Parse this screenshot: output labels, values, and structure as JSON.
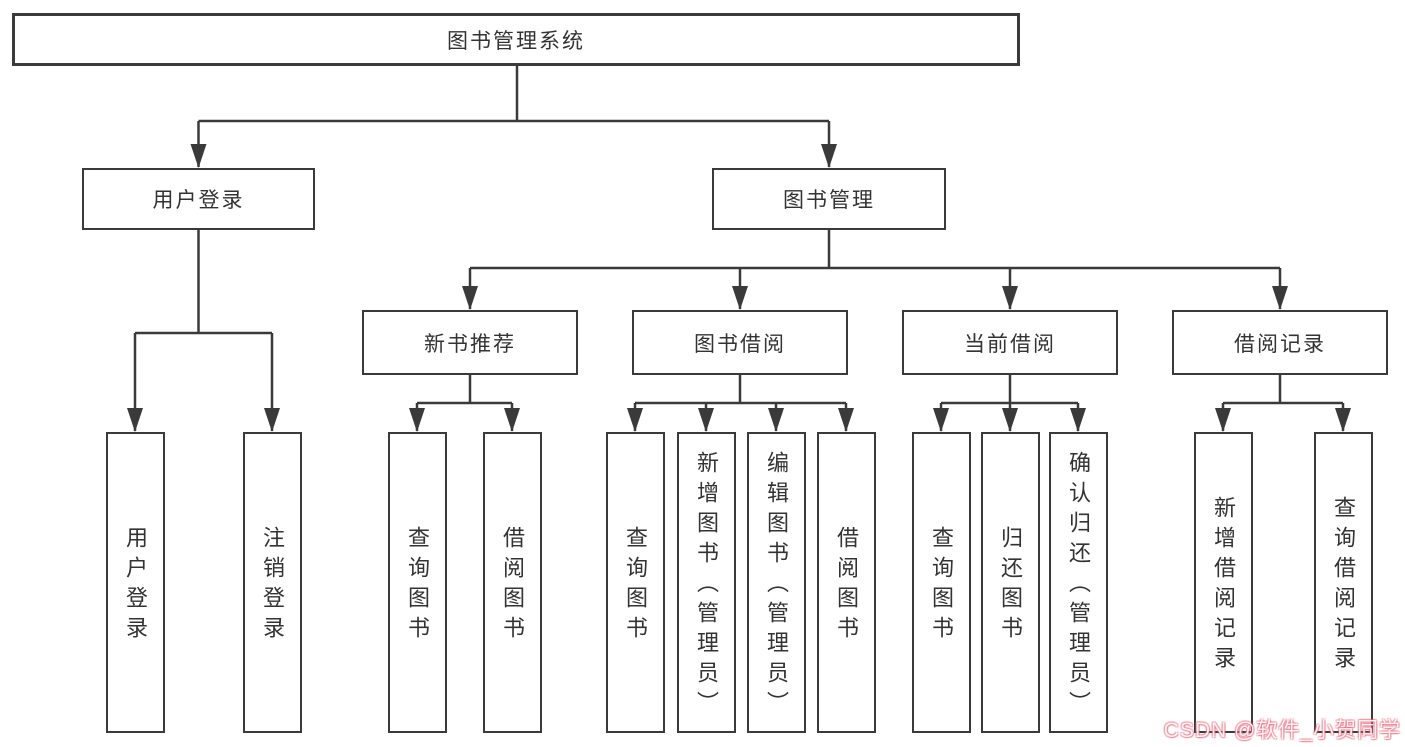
{
  "palette": {
    "line_color": "#3a3a3a",
    "text_color": "#333333",
    "background": "#ffffff",
    "watermark_pink": "#ec6076"
  },
  "nodes": {
    "root": "图书管理系统",
    "user_login": "用户登录",
    "book_mgmt": "图书管理",
    "new_book": "新书推荐",
    "book_borrow": "图书借阅",
    "current_borrow": "当前借阅",
    "borrow_record": "借阅记录",
    "leaves": {
      "user_login": [
        "用户登录",
        "注销登录"
      ],
      "new_book": [
        "查询图书",
        "借阅图书"
      ],
      "book_borrow": [
        "查询图书",
        "新增图书（管理员）",
        "编辑图书（管理员）",
        "借阅图书"
      ],
      "current_borrow": [
        "查询图书",
        "归还图书",
        "确认归还（管理员）"
      ],
      "borrow_record": [
        "新增借阅记录",
        "查询借阅记录"
      ]
    }
  },
  "watermark": {
    "text": "CSDN @软件_小贺同学"
  }
}
